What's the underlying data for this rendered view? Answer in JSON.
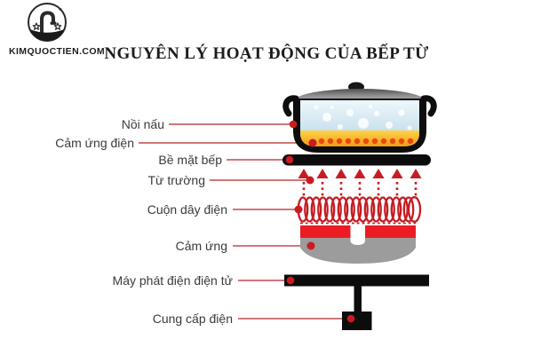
{
  "logo": {
    "site": "KIMQUOCTIEN.COM"
  },
  "title": "NGUYÊN LÝ HOẠT ĐỘNG CỦA BẾP TỪ",
  "colors": {
    "leader_red": "#c2494f",
    "diagram_red": "#c41d23",
    "strip_red": "#ec1c24",
    "heat_orange": "#f7a823",
    "water_blue": "#c3dcea",
    "body_gray": "#9c9c9c",
    "ink_black": "#0d0d0d",
    "label_text": "#3a3a3a"
  },
  "labels": [
    {
      "text": "Nồi nấu"
    },
    {
      "text": "Cảm ứng điện"
    },
    {
      "text": "Bề mặt bếp"
    },
    {
      "text": "Từ trường"
    },
    {
      "text": "Cuộn dây điện"
    },
    {
      "text": "Cảm ứng"
    },
    {
      "text": "Máy phát điện điện tử"
    },
    {
      "text": "Cung cấp điện"
    }
  ]
}
